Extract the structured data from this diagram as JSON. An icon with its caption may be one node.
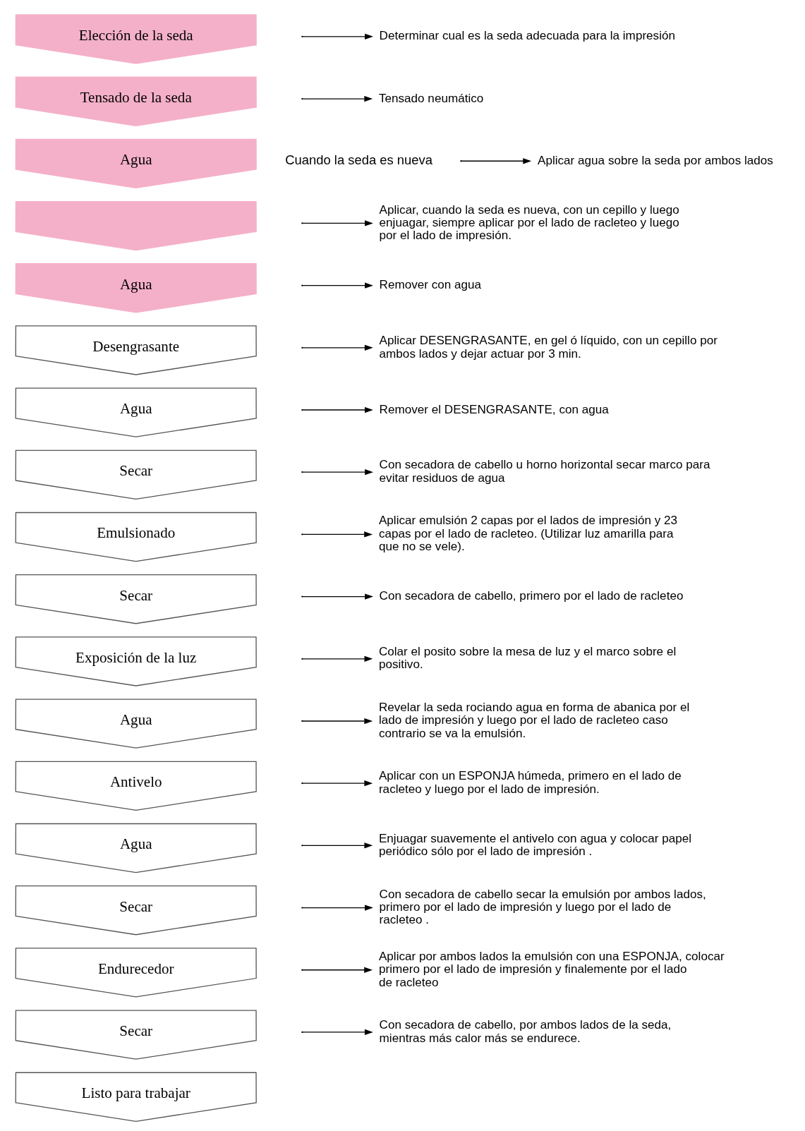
{
  "diagram": {
    "nodes": [
      {
        "text": [
          "Elección de la seda"
        ]
      },
      {
        "text": [
          "Tensado de la seda"
        ]
      },
      {
        "text": [
          "Agua"
        ]
      },
      {
        "text": [],
        "shape": "chevron"
      },
      {
        "text": [
          "Agua"
        ]
      },
      {
        "text": [
          "Desengrasante"
        ]
      },
      {
        "text": [
          "Agua"
        ]
      },
      {
        "text": [
          "Secar"
        ]
      },
      {
        "text": [
          "Emulsionado"
        ]
      },
      {
        "text": [
          "Secar"
        ]
      },
      {
        "text": [
          "Exposición de la luz"
        ]
      },
      {
        "text": [
          "Agua"
        ]
      },
      {
        "text": [
          "Antivelo"
        ]
      },
      {
        "text": [
          "Agua"
        ]
      },
      {
        "text": [
          "Secar"
        ]
      },
      {
        "text": [
          "Endurecedor"
        ]
      },
      {
        "text": [
          "Secar"
        ]
      },
      {
        "text": [
          "Listo para trabajar"
        ]
      },
      {
        "text": [
          "Determinar cual es la seda adecuada para la impresión"
        ]
      },
      {
        "text": [
          "Tensado neumático"
        ]
      },
      {
        "text": [
          "Aplicar agua sobre la seda por ambos lados"
        ]
      },
      {
        "text": [
          "Aplicar, cuando la seda es nueva, con un cepillo y luego enjuagar, siempre aplicar por el lado de racleteo y luego por el lado de impresión."
        ]
      },
      {
        "text": [
          "Remover con agua"
        ]
      },
      {
        "text": [
          "Aplicar DESENGRASANTE, en gel ó líquido, con un cepillo por ambos lados y dejar actuar por 3 min."
        ]
      },
      {
        "text": [
          "Remover el DESENGRASANTE, con agua"
        ]
      },
      {
        "text": [
          "Con secadora de cabello u horno horizontal secar marco para evitar residuos de agua"
        ]
      },
      {
        "text": [
          "Aplicar emulsión 2 capas por el lados de impresión y 23 capas por el lado de racleteo. (Utilizar luz amarilla para que no se vele)."
        ]
      },
      {
        "text": [
          "Con secadora de cabello, primero por el lado de racleteo"
        ]
      },
      {
        "text": [
          "Colar el posito sobre la mesa de luz y el marco sobre el positivo."
        ]
      },
      {
        "text": [
          "Revelar la seda rociando agua en forma de abanica por el lado de impresión y luego por el lado de racleteo caso contrario se va la emulsión."
        ]
      },
      {
        "text": [
          "Aplicar con un ESPONJA húmeda, primero en el lado de racleteo y luego por el lado de impresión."
        ]
      },
      {
        "text": [
          "Enjuagar suavemente el antivelo con agua y colocar papel periódico sólo por el lado de impresión ."
        ]
      },
      {
        "text": [
          "Con secadora de cabello secar la emulsión por ambos lados, primero por el lado de impresión y luego por el lado de racleteo ."
        ]
      },
      {
        "text": [
          "Aplicar por ambos lados la emulsión con una ESPONJA, colocar primero por el lado de impresión y finalemente por el lado de racleteo"
        ]
      },
      {
        "text": [
          "Con secadora de cabello, por ambos lados de la seda, mientras más calor más se endurece."
        ]
      }
    ],
    "edges": [
      {
        "from": null,
        "to": 18,
        "arrow": "to"
      },
      {
        "from": null,
        "to": 19,
        "arrow": "to"
      },
      {
        "from": null,
        "to": 20,
        "arrow": "to"
      },
      {
        "from": null,
        "to": 21,
        "arrow": "to"
      },
      {
        "from": null,
        "to": 22,
        "arrow": "to"
      },
      {
        "from": null,
        "to": 23,
        "arrow": "to"
      },
      {
        "from": null,
        "to": 24,
        "arrow": "to"
      },
      {
        "from": null,
        "to": 25,
        "arrow": "to"
      },
      {
        "from": null,
        "to": 26,
        "arrow": "to"
      },
      {
        "from": null,
        "to": 27,
        "arrow": "to"
      },
      {
        "from": null,
        "to": 28,
        "arrow": "to"
      },
      {
        "from": null,
        "to": 29,
        "arrow": "to"
      },
      {
        "from": null,
        "to": 30,
        "arrow": "to"
      },
      {
        "from": null,
        "to": 31,
        "arrow": "to"
      },
      {
        "from": null,
        "to": 32,
        "arrow": "to"
      },
      {
        "from": null,
        "to": 33,
        "arrow": "to"
      },
      {
        "from": null,
        "to": 34,
        "arrow": "to"
      }
    ],
    "labels": [
      "Cuando la seda es nueva"
    ]
  }
}
